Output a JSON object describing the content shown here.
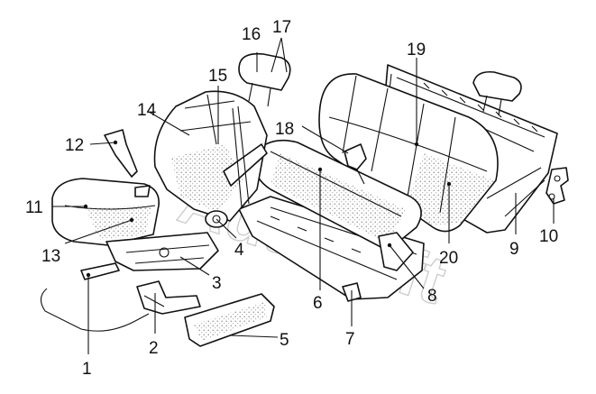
{
  "diagram": {
    "watermark": "Autosoft",
    "callouts": [
      {
        "id": "1",
        "label": "1"
      },
      {
        "id": "2",
        "label": "2"
      },
      {
        "id": "3",
        "label": "3"
      },
      {
        "id": "4",
        "label": "4"
      },
      {
        "id": "5",
        "label": "5"
      },
      {
        "id": "6",
        "label": "6"
      },
      {
        "id": "7",
        "label": "7"
      },
      {
        "id": "8",
        "label": "8"
      },
      {
        "id": "9",
        "label": "9"
      },
      {
        "id": "10",
        "label": "10"
      },
      {
        "id": "11",
        "label": "11"
      },
      {
        "id": "12",
        "label": "12"
      },
      {
        "id": "13",
        "label": "13"
      },
      {
        "id": "14",
        "label": "14"
      },
      {
        "id": "15",
        "label": "15"
      },
      {
        "id": "16",
        "label": "16"
      },
      {
        "id": "17",
        "label": "17"
      },
      {
        "id": "18",
        "label": "18"
      },
      {
        "id": "19",
        "label": "19"
      },
      {
        "id": "20",
        "label": "20"
      }
    ],
    "colors": {
      "line": "#111111",
      "background": "#ffffff",
      "watermark": "#bdbdbd"
    }
  }
}
